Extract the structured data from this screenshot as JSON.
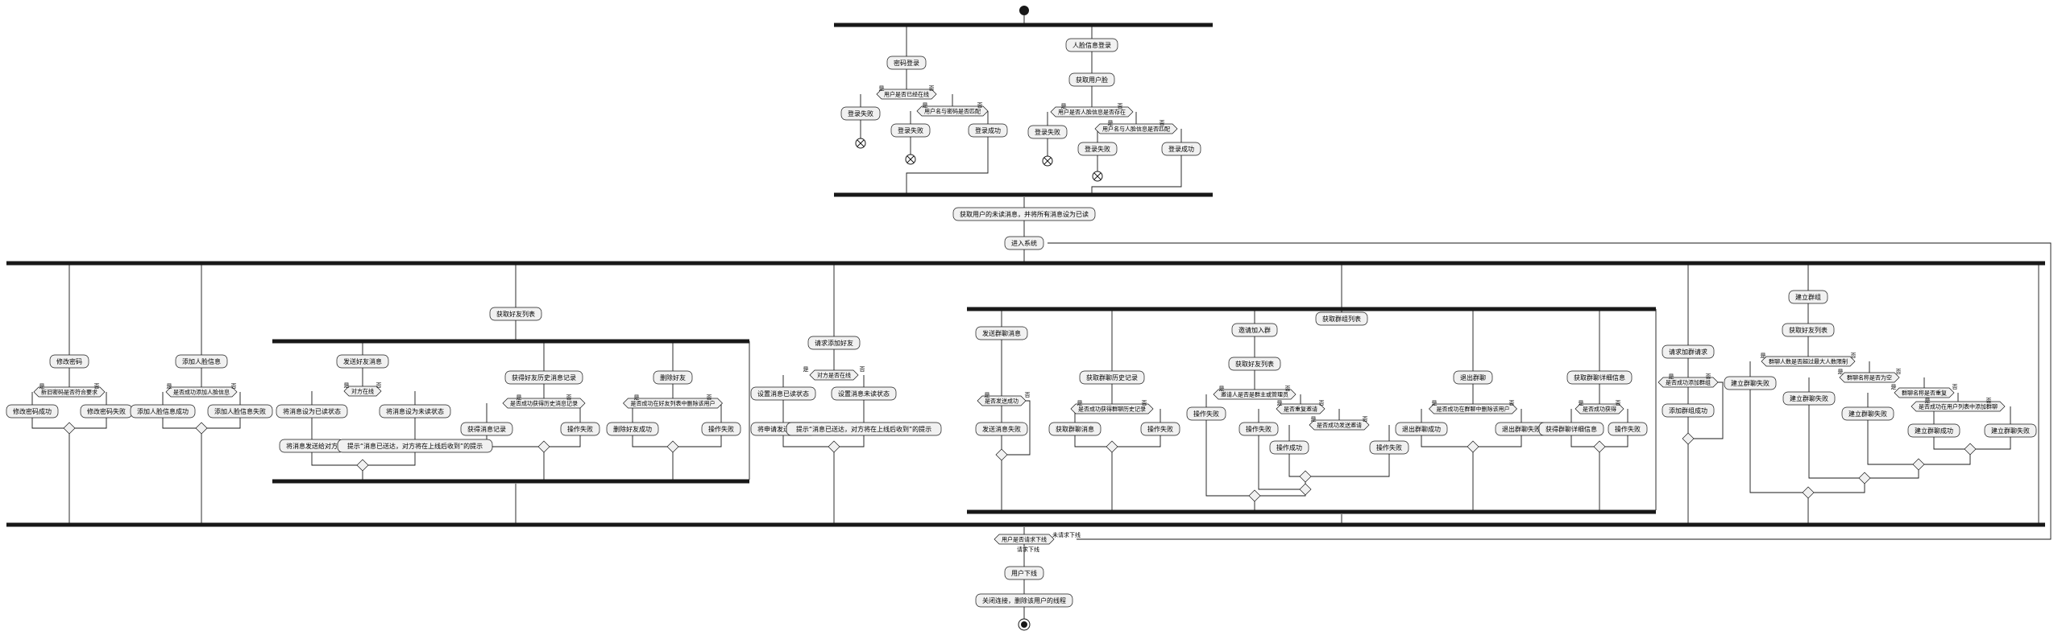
{
  "labels": {
    "yes": "是",
    "no": "否"
  },
  "activities": {
    "pwd_login": "密码登录",
    "face_login": "人脸信息登录",
    "get_user_face": "获取用户脸",
    "login_fail": "登录失败",
    "login_success": "登录成功",
    "get_friend_msgs": "获取用户的未读消息，并将所有消息设为已读",
    "enter_system": "进入系统",
    "change_pwd": "修改密码",
    "add_face": "添加人脸信息",
    "get_friends": "获取好友列表",
    "req_add_friend": "请求添加好友",
    "get_groups": "获取群组列表",
    "req_join_group": "请求加群请求",
    "create_group": "建立群组",
    "change_pwd_ok": "修改密码成功",
    "change_pwd_fail": "修改密码失败",
    "add_face_ok": "添加人脸信息成功",
    "add_face_fail": "添加人脸信息失败",
    "send_friend_msg": "发送好友消息",
    "get_friend_history": "获得好友历史消息记录",
    "delete_friend": "删除好友",
    "set_msg_unread": "将消息设为已读状态",
    "set_msg_read": "将消息设为未读状态",
    "push_msg_online": "将消息发送给对方",
    "notify_not_online": "提示“消息已送达，对方将在上线后收到”的提示",
    "get_history": "获得消息记录",
    "op_fail": "操作失败",
    "delete_ok": "删除好友成功",
    "set_online_state": "设置消息已读状态",
    "set_offline_state": "设置消息未读状态",
    "send_request_online": "将申请发送给对方",
    "notify_request_offline": "提示“消息已送达，对方将在上线后收到”的提示",
    "send_group_msg": "发送群聊消息",
    "get_group_history": "获取群聊历史记录",
    "invite_join": "邀请加入群",
    "quit_group": "退出群聊",
    "get_group_detail": "获取群聊详细信息",
    "send_fail": "发送消息失败",
    "get_group_msgs": "获取群聊消息",
    "get_friend_list_2": "获取好友列表",
    "op_success": "操作成功",
    "quit_ok": "退出群聊成功",
    "quit_fail": "退出群聊失败",
    "group_detail_ok": "获得群聊详细信息",
    "add_group_ok": "添加群组成功",
    "get_friend_list_3": "获取好友列表",
    "create_group_fail": "建立群聊失败",
    "create_group_ok": "建立群聊成功",
    "user_offline": "用户下线",
    "close_conn": "关闭连接，删除该用户的线程"
  },
  "conditions": {
    "user_online": "用户是否已经在线",
    "pwd_match": "用户名与密码是否匹配",
    "face_match_online": "用户是否人脸信息是否存在",
    "face_match": "用户名与人脸信息是否匹配",
    "change_pwd_check": "新旧密码是否符合要求",
    "face_exists": "是否成功添加人脸信息",
    "is_online": "对方在线",
    "history_ok": "是否成功获得历史消息记录",
    "delete_check": "是否成功在好友列表中删除该用户",
    "target_online": "对方是否在线",
    "send_ok": "是否发送成功",
    "get_history_ok": "是否成功获得群聊历史记录",
    "invite_choose": "邀请人是否是群主或管理员",
    "is_member": "是否重复邀请",
    "op_check": "是否成功发送邀请",
    "quit_check": "是否成功在群聊中删除该用户",
    "detail_ok": "是否成功获得",
    "join_ok": "是否成功添加群组",
    "create_choose": "群聊人数是否超过最大人数限制",
    "name_empty": "群聊名称是否为空",
    "name_dup": "群聊名称是否重复",
    "create_ok": "是否成功在用户列表中添加群聊",
    "want_offline": "用户是否请求下线"
  },
  "edges": {
    "offline_yes": "请求下线",
    "offline_no": "未请求下线"
  }
}
